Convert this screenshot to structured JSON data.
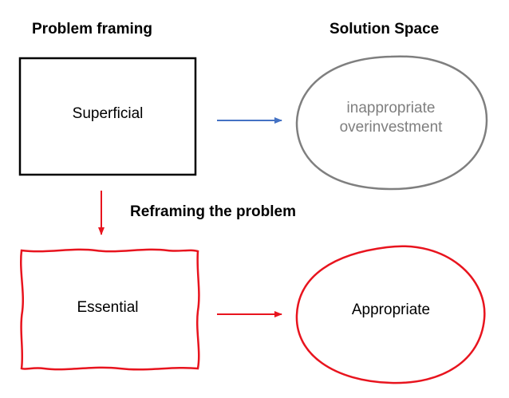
{
  "headings": {
    "problem_framing": "Problem framing",
    "solution_space": "Solution Space",
    "reframing": "Reframing the problem"
  },
  "nodes": {
    "superficial": "Superficial",
    "inappropriate_line1": "inappropriate",
    "inappropriate_line2": "overinvestment",
    "essential": "Essential",
    "appropriate": "Appropriate"
  },
  "colors": {
    "box_black": "#000000",
    "ellipse_gray": "#7f7f7f",
    "blue_arrow": "#4472c4",
    "red": "#e8141e",
    "text_gray": "#7f7f7f"
  }
}
